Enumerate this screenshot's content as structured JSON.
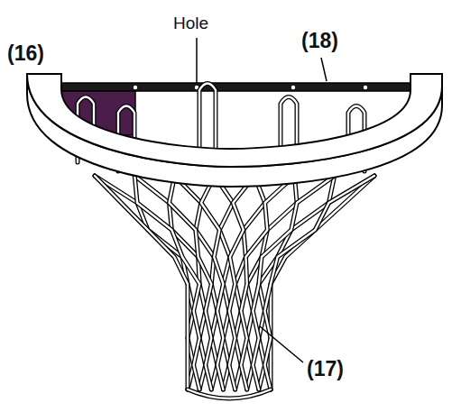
{
  "diagram": {
    "labels": [
      "(16)",
      "Hole",
      "(18)",
      "(17)"
    ]
  }
}
